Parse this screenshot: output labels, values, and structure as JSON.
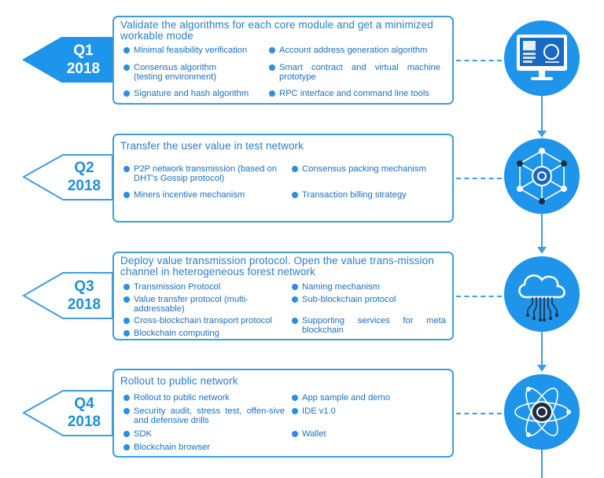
{
  "quarters": [
    {
      "quarter": "Q1",
      "year": "2018",
      "title": "Validate the algorithms for each core module and get a minimized workable mode",
      "bullets": [
        "Minimal feasibility verification",
        "Account address generation algorithm",
        "Consensus algorithm (testing environment)",
        "Smart contract and virtual machine prototype",
        "Signature and hash algorithm",
        "RPC interface and command line tools"
      ],
      "icon": "computer-screen-icon"
    },
    {
      "quarter": "Q2",
      "year": "2018",
      "title": "Transfer the user value in test network",
      "bullets": [
        "P2P network transmission (based on DHT's Gossip protocol)",
        "Consensus packing mechanism",
        "Miners incentive mechanism",
        "Transaction billing strategy"
      ],
      "icon": "network-hexagon-icon"
    },
    {
      "quarter": "Q3",
      "year": "2018",
      "title": "Deploy value transmission protocol. Open the value trans-mission channel in heterogeneous forest network",
      "bullets": [
        "Transmission Protocol",
        "Naming mechanism",
        "Value transfer protocol (multi-addressable)",
        "Sub-blockchain protocol",
        "Cross-blockchain transport protocol",
        "Supporting services for meta blockchain",
        "Blockchain computing"
      ],
      "icon": "cloud-circuit-icon"
    },
    {
      "quarter": "Q4",
      "year": "2018",
      "title": "Rollout to public network",
      "bullets": [
        "Rollout to public network",
        "App sample and demo",
        "Security audit, stress test, offen-sive and defensive drills",
        "IDE v1.0",
        "SDK",
        "Wallet",
        "Blockchain browser"
      ],
      "icon": "atom-icon"
    }
  ],
  "colors": {
    "accent": "#1e94ea",
    "border": "#3c9ee0",
    "text": "#1a6fc0",
    "title": "#2a7fc8"
  }
}
